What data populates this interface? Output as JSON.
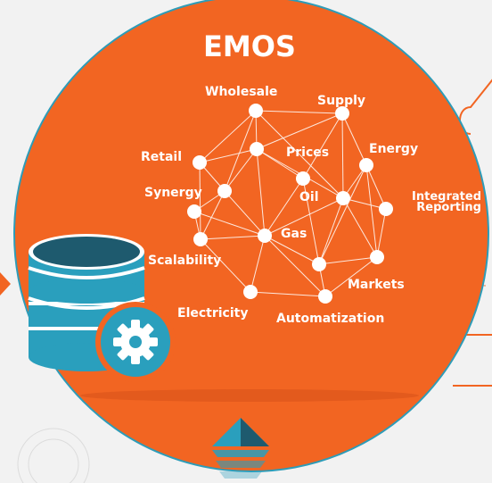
{
  "diagram": {
    "title": "EMOS",
    "nodes": [
      {
        "id": "wholesale",
        "label": "Wholesale"
      },
      {
        "id": "supply",
        "label": "Supply"
      },
      {
        "id": "prices",
        "label": "Prices"
      },
      {
        "id": "energy",
        "label": "Energy"
      },
      {
        "id": "retail",
        "label": "Retail"
      },
      {
        "id": "synergy",
        "label": "Synergy"
      },
      {
        "id": "oil",
        "label": "Oil"
      },
      {
        "id": "integrated_reporting",
        "label": "Integrated Reporting"
      },
      {
        "id": "gas",
        "label": "Gas"
      },
      {
        "id": "scalability",
        "label": "Scalability"
      },
      {
        "id": "markets",
        "label": "Markets"
      },
      {
        "id": "electricity",
        "label": "Electricity"
      },
      {
        "id": "automatization",
        "label": "Automatization"
      }
    ],
    "colors": {
      "circle": "#f26522",
      "circle_border": "#2d9cb8",
      "background": "#f2f2f2",
      "database": "#2a9fbd",
      "database_dark": "#1e5a6e"
    },
    "icons": [
      "database-icon",
      "gear-icon",
      "triangle-icon"
    ]
  }
}
